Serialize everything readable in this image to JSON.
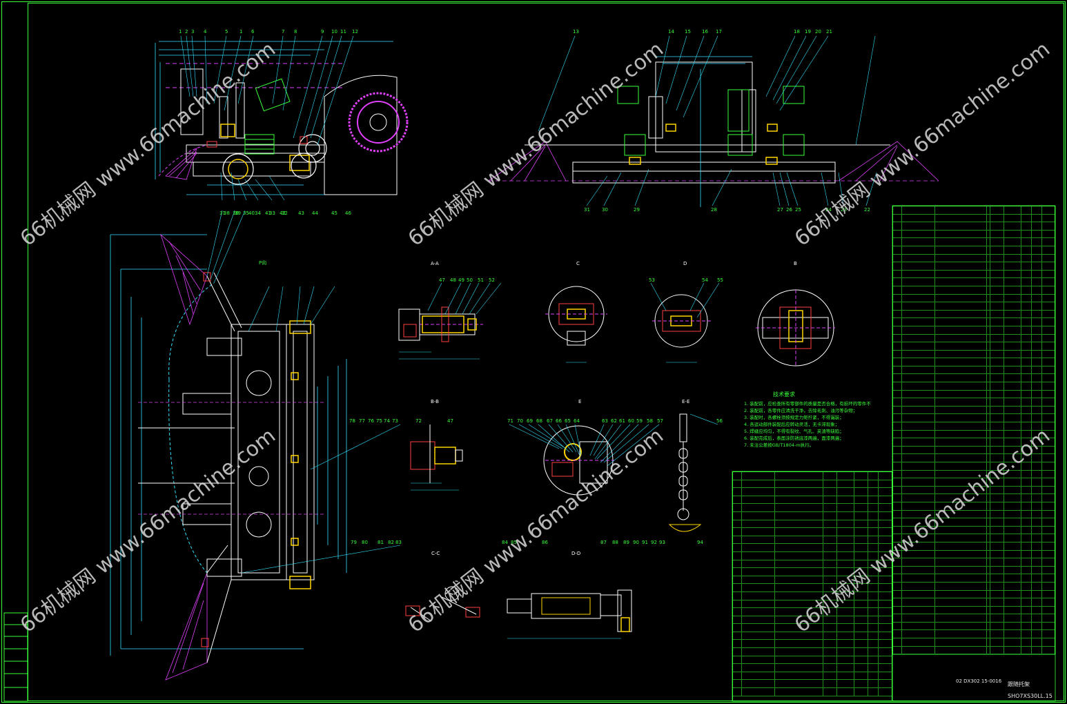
{
  "sheet": {
    "border_color": "#39ff39",
    "drawing_color_primary": "#ffffff",
    "drawing_color_secondary": "#e040fb",
    "drawing_color_tertiary": "#ffd400",
    "leader_color": "#33e0ff",
    "table_line_color": "#39ff39"
  },
  "watermark": {
    "text": "66机械网 www.66machine.com"
  },
  "title_block": {
    "drawing_title": "跟随托架",
    "drawing_number": "SHO7XS30LL.15",
    "parts_count": "02 DX302 15-0016"
  },
  "section_labels": [
    "A-A",
    "C",
    "D",
    "B",
    "B-B",
    "E",
    "E-E",
    "C-C",
    "D-D",
    "P向"
  ],
  "notes_title": "技术要求",
  "notes": [
    "1. 装配前，应检查所有零部件的质量是否合格，有损坏的零件不",
    "2. 装配前，各零件应清洗干净，去除毛刺、油污等杂物；",
    "3. 装配时，各螺栓须按规定力矩拧紧，不得漏装；",
    "4. 各运动部件装配后应转动灵活，无卡滞现象；",
    "5. 焊缝应均匀，不得有裂纹、气孔、夹渣等缺陷；",
    "6. 装配完成后，表面涂防锈底漆两遍，面漆两遍；",
    "7. 未注公差按GB/T1804-m执行。"
  ],
  "balloons_top_left": [
    "1",
    "2",
    "3",
    "4",
    "5",
    "1",
    "6",
    "7",
    "8",
    "9",
    "10",
    "11",
    "12"
  ],
  "balloons_top_right": [
    "13",
    "14",
    "15",
    "16",
    "17",
    "18",
    "19",
    "20",
    "21"
  ],
  "balloons_bottom_right_view": [
    "31",
    "30",
    "29",
    "28",
    "27",
    "26",
    "25",
    "24",
    "23",
    "22"
  ],
  "balloons_plan_view": [
    "31",
    "36",
    "35",
    "34",
    "33",
    "32",
    "38",
    "39",
    "40",
    "41",
    "42",
    "43",
    "44",
    "45",
    "46"
  ],
  "balloons_aa": [
    "47",
    "48",
    "49",
    "50",
    "51",
    "52"
  ],
  "balloons_d": [
    "53",
    "54",
    "55"
  ],
  "balloons_ee": [
    "56"
  ],
  "balloons_detail_e": [
    "71",
    "70",
    "69",
    "68",
    "67",
    "66",
    "65",
    "64",
    "63",
    "62",
    "61",
    "60",
    "59",
    "58",
    "57"
  ],
  "balloons_bb": [
    "72",
    "47"
  ],
  "balloons_side": [
    "78",
    "77",
    "76",
    "75",
    "74",
    "73"
  ],
  "balloons_cc": [
    "79",
    "80",
    "81",
    "82",
    "83"
  ],
  "balloons_dd": [
    "84",
    "85",
    "86",
    "87",
    "88",
    "89",
    "90",
    "91",
    "92",
    "93",
    "94"
  ]
}
